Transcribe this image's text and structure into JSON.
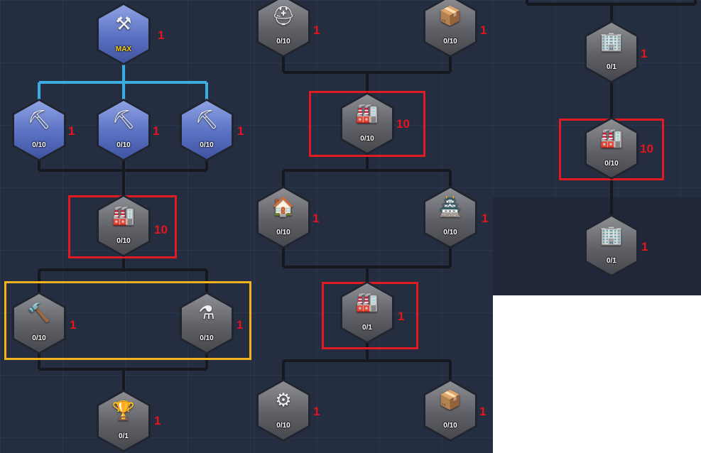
{
  "colors": {
    "panel": "#252e41",
    "connector": "#15181f",
    "connector_active": "#3aaee0",
    "annotation": "#e8141b",
    "highlight_red": "#e11b22",
    "highlight_gold": "#f2b21d",
    "max_label": "#ffd21a"
  },
  "nodes": [
    {
      "id": "builder-plus-one",
      "icon": "builder-plus-icon",
      "glyph": "⚒",
      "level": "MAX",
      "annotation": "1",
      "style": "blue"
    },
    {
      "id": "dig-resource-a",
      "icon": "dig-hand-icon",
      "glyph": "⛏",
      "level": "0/10",
      "annotation": "1",
      "style": "blue"
    },
    {
      "id": "dig-resource-b",
      "icon": "dig-hand-icon",
      "glyph": "⛏",
      "level": "0/10",
      "annotation": "1",
      "style": "blue"
    },
    {
      "id": "dig-resource-c",
      "icon": "dig-coin-icon",
      "glyph": "⛏",
      "level": "0/10",
      "annotation": "1",
      "style": "blue"
    },
    {
      "id": "production-boost-1",
      "icon": "factory-upgrade-icon",
      "glyph": "🏭",
      "level": "0/10",
      "annotation": "10",
      "style": "gray"
    },
    {
      "id": "hammer-speed",
      "icon": "hammer-speed-icon",
      "glyph": "🔨",
      "level": "0/10",
      "annotation": "1",
      "style": "gray"
    },
    {
      "id": "flask-speed",
      "icon": "flask-speed-icon",
      "glyph": "⚗",
      "level": "0/10",
      "annotation": "1",
      "style": "gray"
    },
    {
      "id": "trophy-unlock",
      "icon": "trophy-icon",
      "glyph": "🏆",
      "level": "0/1",
      "annotation": "1",
      "style": "gray"
    },
    {
      "id": "helmet-speed",
      "icon": "helmet-speed-icon",
      "glyph": "⛑",
      "level": "0/10",
      "annotation": "1",
      "style": "gray"
    },
    {
      "id": "crate-speed",
      "icon": "crate-speed-icon",
      "glyph": "📦",
      "level": "0/10",
      "annotation": "1",
      "style": "gray"
    },
    {
      "id": "production-boost-2",
      "icon": "factory-upgrade-icon",
      "glyph": "🏭",
      "level": "0/10",
      "annotation": "10",
      "style": "gray"
    },
    {
      "id": "house-upgrade",
      "icon": "house-upgrade-icon",
      "glyph": "🏠",
      "level": "0/10",
      "annotation": "1",
      "style": "gray"
    },
    {
      "id": "tower-upgrade",
      "icon": "tower-upgrade-icon",
      "glyph": "🏯",
      "level": "0/10",
      "annotation": "1",
      "style": "gray"
    },
    {
      "id": "factory-plus-one",
      "icon": "factory-plus-icon",
      "glyph": "🏭",
      "level": "0/1",
      "annotation": "1",
      "style": "gray"
    },
    {
      "id": "gear-check",
      "icon": "gear-check-icon",
      "glyph": "⚙",
      "level": "0/10",
      "annotation": "1",
      "style": "gray"
    },
    {
      "id": "crate-discount",
      "icon": "crate-discount-icon",
      "glyph": "📦",
      "level": "0/10",
      "annotation": "1",
      "style": "gray"
    },
    {
      "id": "building-plus-one",
      "icon": "building-plus-icon",
      "glyph": "🏢",
      "level": "0/1",
      "annotation": "1",
      "style": "gray"
    },
    {
      "id": "production-boost-3",
      "icon": "factory-upgrade-icon",
      "glyph": "🏭",
      "level": "0/10",
      "annotation": "10",
      "style": "gray"
    },
    {
      "id": "building-plus-35",
      "icon": "building-35-icon",
      "glyph": "🏢",
      "level": "0/1",
      "annotation": "1",
      "style": "gray"
    }
  ]
}
